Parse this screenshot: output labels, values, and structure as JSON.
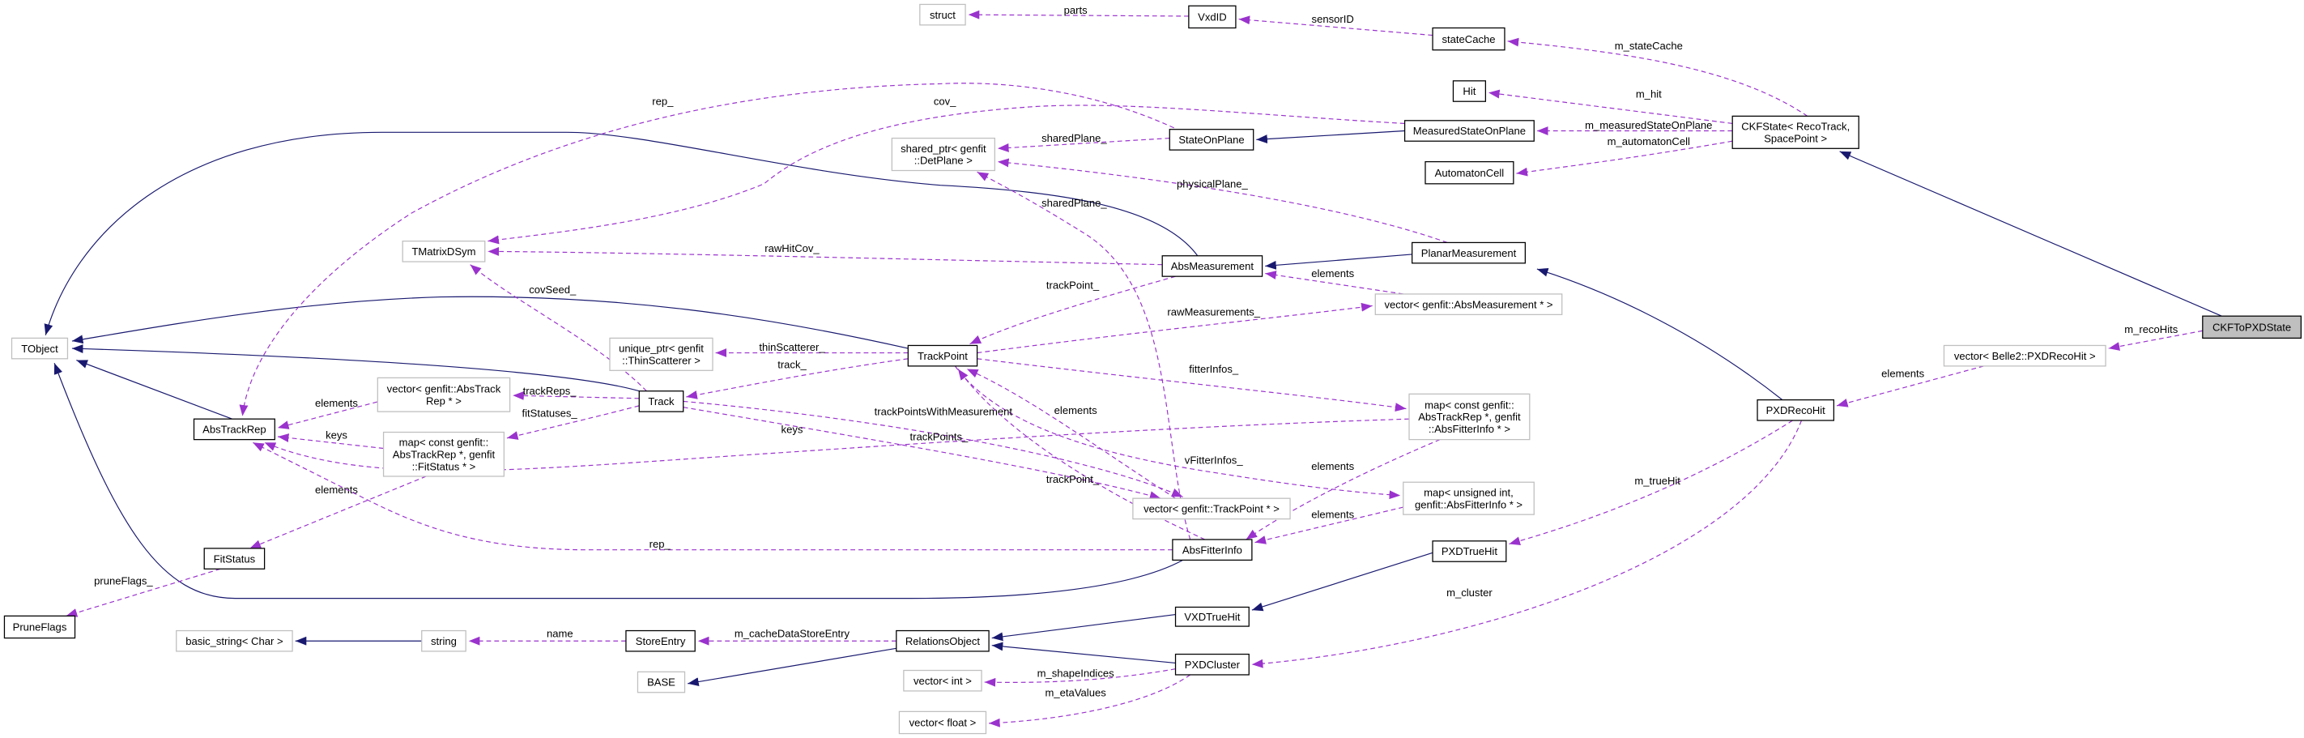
{
  "colors": {
    "inheritance": "#191970",
    "usage": "#9a32cd",
    "focus_fill": "#bfbfbf",
    "undocumented_border": "#bfbfbf"
  },
  "nodes": [
    {
      "id": "struct",
      "lines": [
        "struct"
      ],
      "style": "undoc"
    },
    {
      "id": "VxdID",
      "lines": [
        "VxdID"
      ],
      "style": "doc"
    },
    {
      "id": "stateCache",
      "lines": [
        "stateCache"
      ],
      "style": "doc"
    },
    {
      "id": "Hit",
      "lines": [
        "Hit"
      ],
      "style": "doc"
    },
    {
      "id": "CKFState",
      "lines": [
        "CKFState< RecoTrack,",
        "SpacePoint >"
      ],
      "style": "doc"
    },
    {
      "id": "MeasuredStateOnPlane",
      "lines": [
        "MeasuredStateOnPlane"
      ],
      "style": "doc"
    },
    {
      "id": "StateOnPlane",
      "lines": [
        "StateOnPlane"
      ],
      "style": "doc"
    },
    {
      "id": "sharedPtrDetPlane",
      "lines": [
        "shared_ptr< genfit",
        "::DetPlane >"
      ],
      "style": "undoc"
    },
    {
      "id": "AutomatonCell",
      "lines": [
        "AutomatonCell"
      ],
      "style": "doc"
    },
    {
      "id": "TMatrixDSym",
      "lines": [
        "TMatrixDSym"
      ],
      "style": "undoc"
    },
    {
      "id": "PlanarMeasurement",
      "lines": [
        "PlanarMeasurement"
      ],
      "style": "doc"
    },
    {
      "id": "AbsMeasurement",
      "lines": [
        "AbsMeasurement"
      ],
      "style": "doc"
    },
    {
      "id": "vecAbsMeasurement",
      "lines": [
        "vector< genfit::AbsMeasurement * >"
      ],
      "style": "undoc"
    },
    {
      "id": "TObject",
      "lines": [
        "TObject"
      ],
      "style": "undoc"
    },
    {
      "id": "uniquePtrThinScatterer",
      "lines": [
        "unique_ptr< genfit",
        "::ThinScatterer >"
      ],
      "style": "undoc"
    },
    {
      "id": "TrackPoint",
      "lines": [
        "TrackPoint"
      ],
      "style": "doc"
    },
    {
      "id": "CKFToPXDState",
      "lines": [
        "CKFToPXDState"
      ],
      "style": "focus"
    },
    {
      "id": "vecPXDRecoHit",
      "lines": [
        "vector< Belle2::PXDRecoHit >"
      ],
      "style": "undoc"
    },
    {
      "id": "Track",
      "lines": [
        "Track"
      ],
      "style": "doc"
    },
    {
      "id": "vecAbsTrackRep",
      "lines": [
        "vector< genfit::AbsTrack",
        "Rep * >"
      ],
      "style": "undoc"
    },
    {
      "id": "AbsTrackRep",
      "lines": [
        "AbsTrackRep"
      ],
      "style": "doc"
    },
    {
      "id": "mapFitStatus",
      "lines": [
        "map< const genfit::",
        "AbsTrackRep *, genfit",
        "::FitStatus * >"
      ],
      "style": "undoc"
    },
    {
      "id": "mapAbsFitterInfo",
      "lines": [
        "map< const genfit::",
        "AbsTrackRep *, genfit",
        "::AbsFitterInfo * >"
      ],
      "style": "undoc"
    },
    {
      "id": "PXDRecoHit",
      "lines": [
        "PXDRecoHit"
      ],
      "style": "doc"
    },
    {
      "id": "mapUnsignedFitterInfo",
      "lines": [
        "map< unsigned int,",
        "genfit::AbsFitterInfo * >"
      ],
      "style": "undoc"
    },
    {
      "id": "vecTrackPoint",
      "lines": [
        "vector< genfit::TrackPoint * >"
      ],
      "style": "undoc"
    },
    {
      "id": "FitStatus",
      "lines": [
        "FitStatus"
      ],
      "style": "doc"
    },
    {
      "id": "AbsFitterInfo",
      "lines": [
        "AbsFitterInfo"
      ],
      "style": "doc"
    },
    {
      "id": "PXDTrueHit",
      "lines": [
        "PXDTrueHit"
      ],
      "style": "doc"
    },
    {
      "id": "PruneFlags",
      "lines": [
        "PruneFlags"
      ],
      "style": "doc"
    },
    {
      "id": "VXDTrueHit",
      "lines": [
        "VXDTrueHit"
      ],
      "style": "doc"
    },
    {
      "id": "basicString",
      "lines": [
        "basic_string< Char >"
      ],
      "style": "undoc"
    },
    {
      "id": "string",
      "lines": [
        "string"
      ],
      "style": "undoc"
    },
    {
      "id": "StoreEntry",
      "lines": [
        "StoreEntry"
      ],
      "style": "doc"
    },
    {
      "id": "RelationsObject",
      "lines": [
        "RelationsObject"
      ],
      "style": "doc"
    },
    {
      "id": "BASE",
      "lines": [
        "BASE"
      ],
      "style": "undoc"
    },
    {
      "id": "PXDCluster",
      "lines": [
        "PXDCluster"
      ],
      "style": "doc"
    },
    {
      "id": "vecInt",
      "lines": [
        "vector< int >"
      ],
      "style": "undoc"
    },
    {
      "id": "vecFloat",
      "lines": [
        "vector< float >"
      ],
      "style": "undoc"
    }
  ],
  "edges": [
    {
      "from": "CKFToPXDState",
      "to": "CKFState",
      "kind": "inherit"
    },
    {
      "from": "MeasuredStateOnPlane",
      "to": "StateOnPlane",
      "kind": "inherit"
    },
    {
      "from": "PlanarMeasurement",
      "to": "AbsMeasurement",
      "kind": "inherit"
    },
    {
      "from": "PXDRecoHit",
      "to": "PlanarMeasurement",
      "kind": "inherit"
    },
    {
      "from": "AbsMeasurement",
      "to": "TObject",
      "kind": "inherit"
    },
    {
      "from": "TrackPoint",
      "to": "TObject",
      "kind": "inherit"
    },
    {
      "from": "Track",
      "to": "TObject",
      "kind": "inherit"
    },
    {
      "from": "AbsTrackRep",
      "to": "TObject",
      "kind": "inherit"
    },
    {
      "from": "AbsFitterInfo",
      "to": "TObject",
      "kind": "inherit"
    },
    {
      "from": "PXDTrueHit",
      "to": "VXDTrueHit",
      "kind": "inherit"
    },
    {
      "from": "VXDTrueHit",
      "to": "RelationsObject",
      "kind": "inherit"
    },
    {
      "from": "PXDCluster",
      "to": "RelationsObject",
      "kind": "inherit"
    },
    {
      "from": "RelationsObject",
      "to": "BASE",
      "kind": "inherit"
    },
    {
      "from": "string",
      "to": "basicString",
      "kind": "inherit"
    },
    {
      "from": "VxdID",
      "to": "struct",
      "kind": "usage",
      "label": "parts"
    },
    {
      "from": "stateCache",
      "to": "VxdID",
      "kind": "usage",
      "label": "sensorID"
    },
    {
      "from": "CKFState",
      "to": "stateCache",
      "kind": "usage",
      "label": "m_stateCache"
    },
    {
      "from": "CKFState",
      "to": "Hit",
      "kind": "usage",
      "label": "m_hit"
    },
    {
      "from": "CKFState",
      "to": "MeasuredStateOnPlane",
      "kind": "usage",
      "label": "m_measuredStateOnPlane"
    },
    {
      "from": "CKFState",
      "to": "AutomatonCell",
      "kind": "usage",
      "label": "m_automatonCell"
    },
    {
      "from": "StateOnPlane",
      "to": "AbsTrackRep",
      "kind": "usage",
      "label": "rep_"
    },
    {
      "from": "MeasuredStateOnPlane",
      "to": "TMatrixDSym",
      "kind": "usage",
      "label": "cov_"
    },
    {
      "from": "StateOnPlane",
      "to": "sharedPtrDetPlane",
      "kind": "usage",
      "label": "sharedPlane_"
    },
    {
      "from": "AbsMeasurement",
      "to": "TMatrixDSym",
      "kind": "usage",
      "label": "rawHitCov_"
    },
    {
      "from": "PlanarMeasurement",
      "to": "sharedPtrDetPlane",
      "kind": "usage",
      "label": "physicalPlane_"
    },
    {
      "from": "AbsFitterInfo",
      "to": "sharedPtrDetPlane",
      "kind": "usage",
      "label": "sharedPlane_"
    },
    {
      "from": "AbsMeasurement",
      "to": "TrackPoint",
      "kind": "usage",
      "label": "trackPoint_"
    },
    {
      "from": "vecAbsMeasurement",
      "to": "AbsMeasurement",
      "kind": "usage",
      "label": "elements"
    },
    {
      "from": "TrackPoint",
      "to": "vecAbsMeasurement",
      "kind": "usage",
      "label": "rawMeasurements_"
    },
    {
      "from": "TrackPoint",
      "to": "uniquePtrThinScatterer",
      "kind": "usage",
      "label": "thinScatterer_"
    },
    {
      "from": "TrackPoint",
      "to": "Track",
      "kind": "usage",
      "label": "track_"
    },
    {
      "from": "TrackPoint",
      "to": "mapAbsFitterInfo",
      "kind": "usage",
      "label": "fitterInfos_"
    },
    {
      "from": "TrackPoint",
      "to": "mapUnsignedFitterInfo",
      "kind": "usage",
      "label": "vFitterInfos_"
    },
    {
      "from": "Track",
      "to": "TMatrixDSym",
      "kind": "usage",
      "label": "covSeed_"
    },
    {
      "from": "Track",
      "to": "vecAbsTrackRep",
      "kind": "usage",
      "label": "trackReps_"
    },
    {
      "from": "Track",
      "to": "mapFitStatus",
      "kind": "usage",
      "label": "fitStatuses_"
    },
    {
      "from": "Track",
      "to": "vecTrackPoint",
      "kind": "usage",
      "label": "trackPointsWithMeasurement"
    },
    {
      "from": "Track",
      "to": "vecTrackPoint",
      "kind": "usage",
      "label": "trackPoints_"
    },
    {
      "from": "mapAbsFitterInfo",
      "to": "AbsTrackRep",
      "kind": "usage",
      "label": "keys"
    },
    {
      "from": "vecAbsTrackRep",
      "to": "AbsTrackRep",
      "kind": "usage",
      "label": "elements"
    },
    {
      "from": "mapFitStatus",
      "to": "AbsTrackRep",
      "kind": "usage",
      "label": "keys"
    },
    {
      "from": "mapFitStatus",
      "to": "FitStatus",
      "kind": "usage",
      "label": "elements"
    },
    {
      "from": "AbsFitterInfo",
      "to": "AbsTrackRep",
      "kind": "usage",
      "label": "rep_"
    },
    {
      "from": "FitStatus",
      "to": "PruneFlags",
      "kind": "usage",
      "label": "pruneFlags_"
    },
    {
      "from": "vecTrackPoint",
      "to": "TrackPoint",
      "kind": "usage",
      "label": "elements"
    },
    {
      "from": "AbsFitterInfo",
      "to": "TrackPoint",
      "kind": "usage",
      "label": "trackPoint_"
    },
    {
      "from": "mapAbsFitterInfo",
      "to": "AbsFitterInfo",
      "kind": "usage",
      "label": "elements"
    },
    {
      "from": "mapUnsignedFitterInfo",
      "to": "AbsFitterInfo",
      "kind": "usage",
      "label": "elements"
    },
    {
      "from": "CKFToPXDState",
      "to": "vecPXDRecoHit",
      "kind": "usage",
      "label": "m_recoHits"
    },
    {
      "from": "vecPXDRecoHit",
      "to": "PXDRecoHit",
      "kind": "usage",
      "label": "elements"
    },
    {
      "from": "PXDRecoHit",
      "to": "PXDTrueHit",
      "kind": "usage",
      "label": "m_trueHit"
    },
    {
      "from": "PXDRecoHit",
      "to": "PXDCluster",
      "kind": "usage",
      "label": "m_cluster"
    },
    {
      "from": "StoreEntry",
      "to": "string",
      "kind": "usage",
      "label": "name"
    },
    {
      "from": "RelationsObject",
      "to": "StoreEntry",
      "kind": "usage",
      "label": "m_cacheDataStoreEntry"
    },
    {
      "from": "PXDCluster",
      "to": "vecInt",
      "kind": "usage",
      "label": "m_shapeIndices"
    },
    {
      "from": "PXDCluster",
      "to": "vecFloat",
      "kind": "usage",
      "label": "m_etaValues"
    }
  ]
}
